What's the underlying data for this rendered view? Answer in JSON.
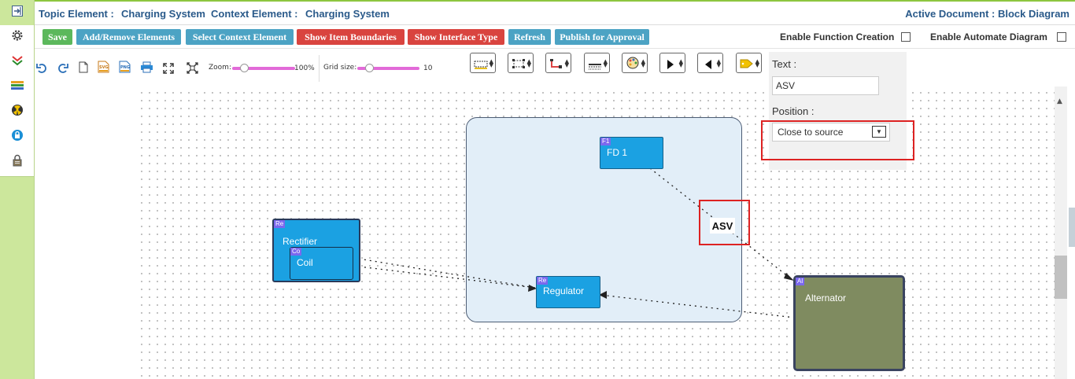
{
  "header": {
    "topic_label": "Topic Element :",
    "topic_value": "Charging System",
    "context_label": "Context Element :",
    "context_value": "Charging System",
    "active_document": "Active Document : Block Diagram"
  },
  "toolbar": {
    "save": "Save",
    "add_remove": "Add/Remove Elements",
    "select_context": "Select Context Element",
    "show_boundaries": "Show Item Boundaries",
    "show_interface": "Show Interface Type",
    "refresh": "Refresh",
    "publish": "Publish for Approval",
    "enable_function_creation": "Enable Function Creation",
    "enable_automate_diagram": "Enable Automate Diagram"
  },
  "diagram_tools": {
    "zoom_label": "Zoom:",
    "zoom_value": "100%",
    "zoom_level": 1.0,
    "grid_label": "Grid size:",
    "grid_value": "10"
  },
  "colors": {
    "node_blue": "#1ba1e2",
    "node_tag": "#7b68ee",
    "alternator": "#7f8b60",
    "container": "#e2eef8",
    "highlight": "#dd2222",
    "save_green": "#5cb85c",
    "button_blue": "#4ca3c4",
    "button_red": "#d9443f"
  },
  "panel": {
    "text_label": "Text :",
    "text_value": "ASV",
    "position_label": "Position :",
    "position_value": "Close to source"
  },
  "diagram": {
    "label_asv": "ASV",
    "nodes": {
      "rectifier": {
        "tag": "Re",
        "name": "Rectifier"
      },
      "coil": {
        "tag": "Co",
        "name": "Coil"
      },
      "fd1": {
        "tag": "F1",
        "name": "FD 1"
      },
      "regulator": {
        "tag": "Re",
        "name": "Regulator"
      },
      "alternator": {
        "tag": "Al",
        "name": "Alternator"
      }
    }
  }
}
